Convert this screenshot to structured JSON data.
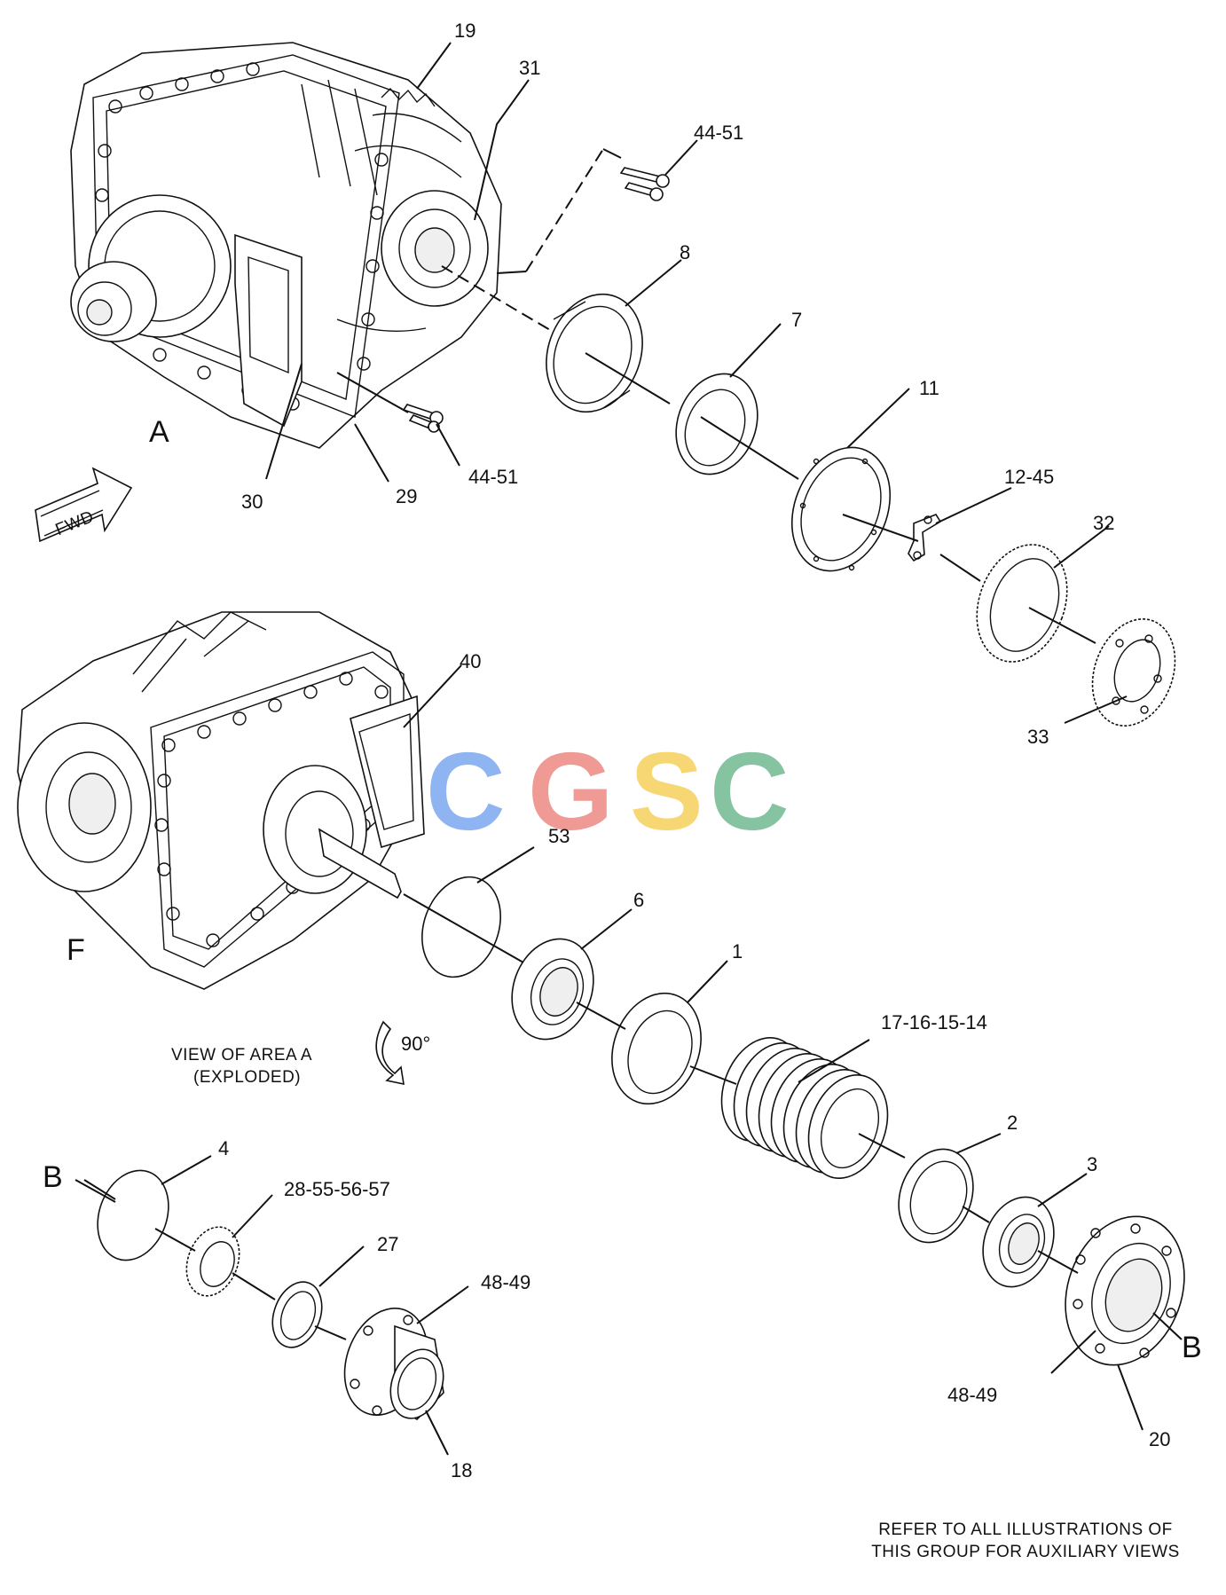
{
  "views": {
    "a_letter": "A",
    "f_letter": "F",
    "b_left": "B",
    "b_right": "B"
  },
  "fwd_arrow": {
    "text": "FWD"
  },
  "view_caption": {
    "line1": "VIEW OF AREA  A",
    "line2": "(EXPLODED)"
  },
  "rotation": {
    "text": "90°"
  },
  "watermark": {
    "letters": [
      "C",
      "G",
      "S",
      "C"
    ],
    "colors": [
      "#8fb4f2",
      "#ef9a94",
      "#f6d774",
      "#86c3a1"
    ]
  },
  "callouts": {
    "c19": "19",
    "c31": "31",
    "c44_51_top": "44-51",
    "c8": "8",
    "c7": "7",
    "c11": "11",
    "c12_45": "12-45",
    "c32": "32",
    "c33": "33",
    "c44_51_mid": "44-51",
    "c29": "29",
    "c30": "30",
    "c40": "40",
    "c53": "53",
    "c6": "6",
    "c1": "1",
    "c17_14": "17-16-15-14",
    "c2": "2",
    "c3": "3",
    "c4": "4",
    "c28_57": "28-55-56-57",
    "c27": "27",
    "c48_49_left": "48-49",
    "c18": "18",
    "c48_49_right": "48-49",
    "c20": "20"
  },
  "footer_note": {
    "line1": "REFER TO ALL ILLUSTRATIONS OF",
    "line2": "THIS GROUP FOR AUXILIARY VIEWS"
  }
}
